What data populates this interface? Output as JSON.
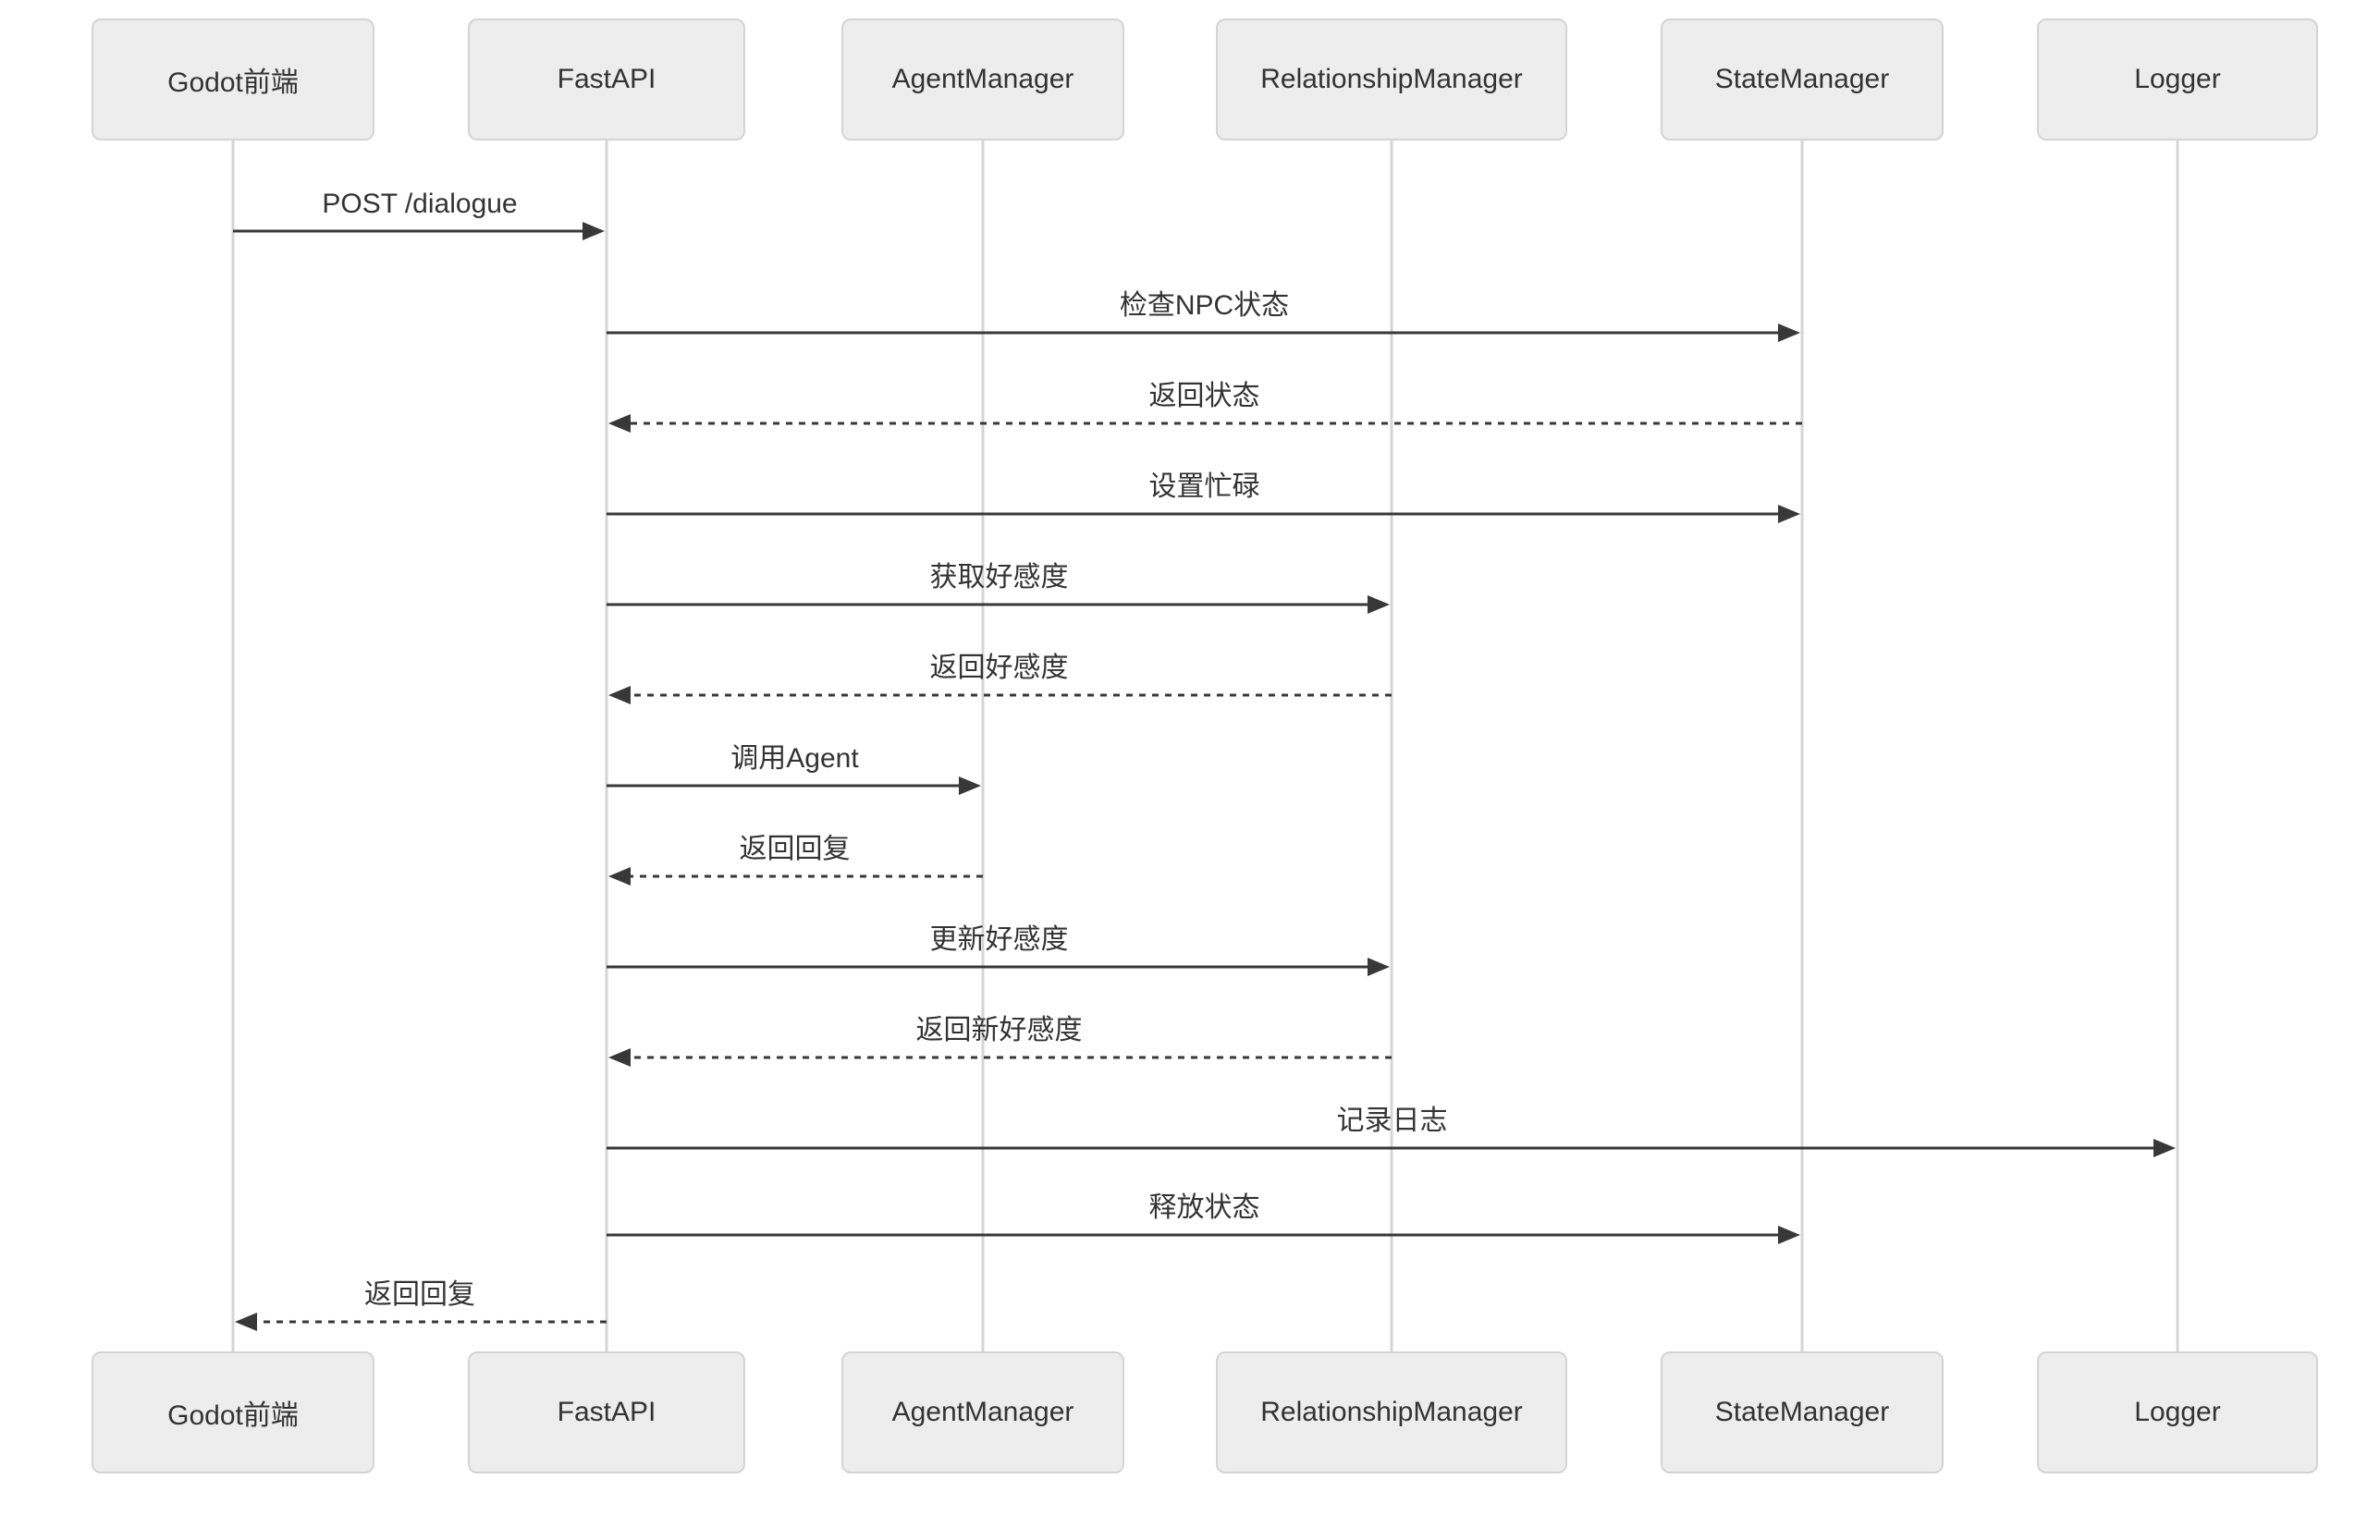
{
  "diagram": {
    "type": "sequence",
    "participants": [
      {
        "id": "godot",
        "label": "Godot前端"
      },
      {
        "id": "fastapi",
        "label": "FastAPI"
      },
      {
        "id": "agent",
        "label": "AgentManager"
      },
      {
        "id": "relationship",
        "label": "RelationshipManager"
      },
      {
        "id": "state",
        "label": "StateManager"
      },
      {
        "id": "logger",
        "label": "Logger"
      }
    ],
    "messages": [
      {
        "from": "godot",
        "to": "fastapi",
        "label": "POST /dialogue",
        "line": "solid"
      },
      {
        "from": "fastapi",
        "to": "state",
        "label": "检查NPC状态",
        "line": "solid"
      },
      {
        "from": "state",
        "to": "fastapi",
        "label": "返回状态",
        "line": "dashed"
      },
      {
        "from": "fastapi",
        "to": "state",
        "label": "设置忙碌",
        "line": "solid"
      },
      {
        "from": "fastapi",
        "to": "relationship",
        "label": "获取好感度",
        "line": "solid"
      },
      {
        "from": "relationship",
        "to": "fastapi",
        "label": "返回好感度",
        "line": "dashed"
      },
      {
        "from": "fastapi",
        "to": "agent",
        "label": "调用Agent",
        "line": "solid"
      },
      {
        "from": "agent",
        "to": "fastapi",
        "label": "返回回复",
        "line": "dashed"
      },
      {
        "from": "fastapi",
        "to": "relationship",
        "label": "更新好感度",
        "line": "solid"
      },
      {
        "from": "relationship",
        "to": "fastapi",
        "label": "返回新好感度",
        "line": "dashed"
      },
      {
        "from": "fastapi",
        "to": "logger",
        "label": "记录日志",
        "line": "solid"
      },
      {
        "from": "fastapi",
        "to": "state",
        "label": "释放状态",
        "line": "solid"
      },
      {
        "from": "fastapi",
        "to": "godot",
        "label": "返回回复",
        "line": "dashed"
      }
    ],
    "colors": {
      "background": "#ffffff",
      "actor_fill": "#ededed",
      "actor_border": "#d4d4d4",
      "text": "#333333",
      "lifeline": "#d5d5d5",
      "arrow": "#383838"
    }
  }
}
